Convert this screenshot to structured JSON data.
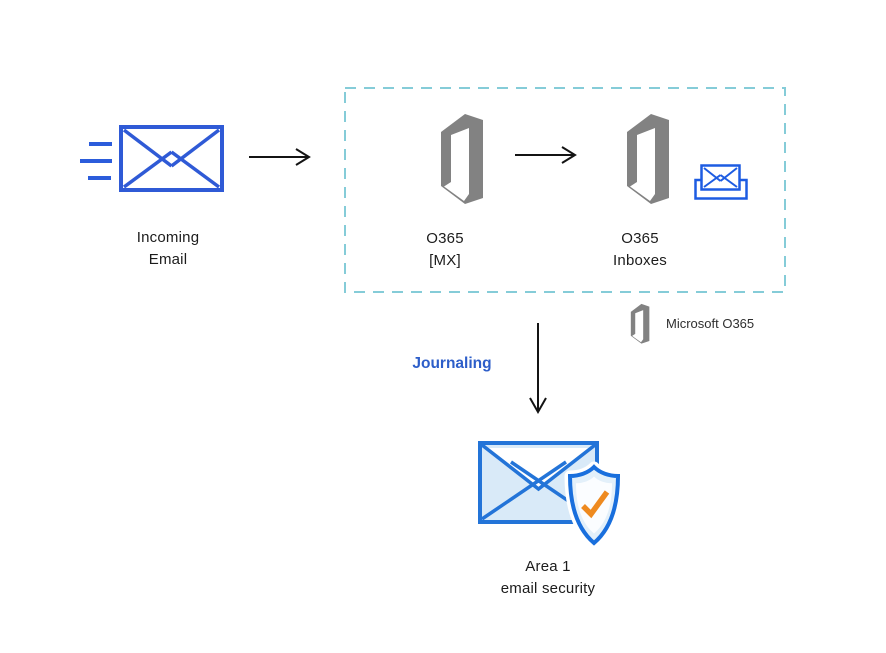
{
  "nodes": {
    "incoming_email": {
      "line1": "Incoming",
      "line2": "Email"
    },
    "o365_mx": {
      "line1": "O365",
      "line2": "[MX]"
    },
    "o365_inboxes": {
      "line1": "O365",
      "line2": "Inboxes"
    },
    "area1": {
      "line1": "Area 1",
      "line2": "email security"
    }
  },
  "edge_label": "Journaling",
  "legend": {
    "label": "Microsoft O365"
  },
  "icons": {
    "incoming_email": "envelope-with-speed-lines-icon",
    "o365_mx": "office365-logo-icon",
    "o365_inboxes": "office365-logo-icon",
    "inbox": "envelope-in-tray-icon",
    "area1": "envelope-with-shield-check-icon",
    "legend": "office365-logo-icon",
    "arrows": [
      "arrow-right-icon",
      "arrow-right-icon",
      "arrow-down-icon"
    ]
  },
  "colors": {
    "envelope_blue": "#2f5ad6",
    "speed_blue": "#2b5cdb",
    "inbox_blue": "#1d5ce2",
    "area1_blue": "#2374d8",
    "area1_fill": "#d9eaf8",
    "shield_blue": "#196fdd",
    "shield_fill": "#e3f0fa",
    "check_orange": "#ee8a20",
    "office_gray": "#828282",
    "dashed_teal": "#85ccd8",
    "journal_text": "#2d5ec9",
    "label_text": "#1c1c1c",
    "arrow_black": "#141414"
  }
}
